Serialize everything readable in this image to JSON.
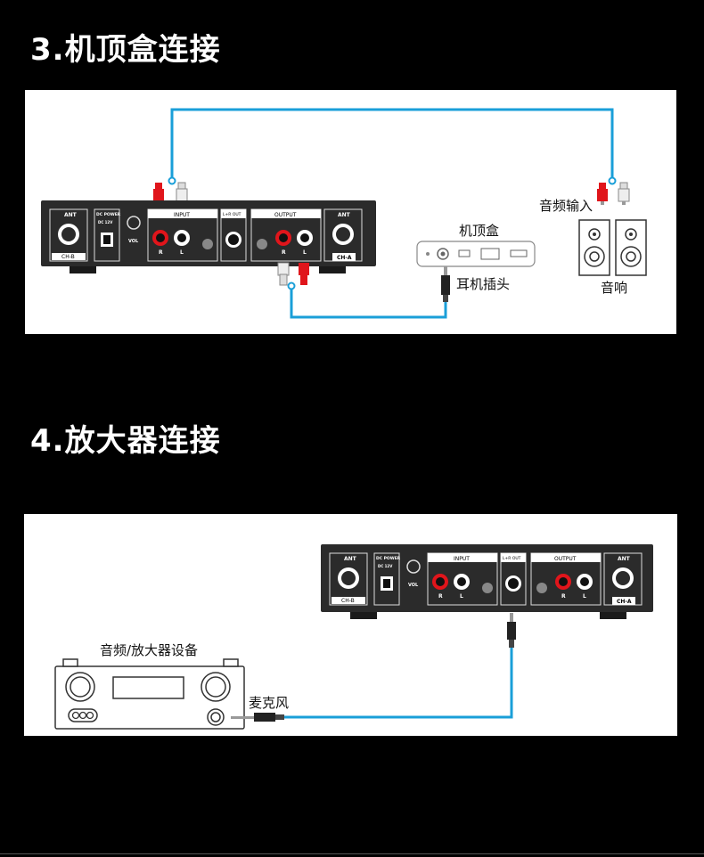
{
  "sections": [
    {
      "heading": "3.机顶盒连接",
      "labels": {
        "settop_box": "机顶盒",
        "headphone_plug": "耳机插头",
        "audio_input": "音频输入",
        "speaker": "音响"
      }
    },
    {
      "heading": "4.放大器连接",
      "labels": {
        "amplifier_device": "音频/放大器设备",
        "microphone": "麦克风"
      }
    }
  ],
  "device": {
    "ant": "ANT",
    "dc_power": "DC POWER",
    "dc_spec": "DC 12V",
    "vol": "VOL",
    "input": "INPUT",
    "lr_out": "L+R OUT",
    "output": "OUTPUT",
    "r": "R",
    "l": "L",
    "ch_b": "CH-B",
    "ch_a": "CH-A"
  },
  "colors": {
    "cable": "#1a9fd8",
    "red_plug": "#e0151b",
    "device_body": "#2b2b2b"
  }
}
